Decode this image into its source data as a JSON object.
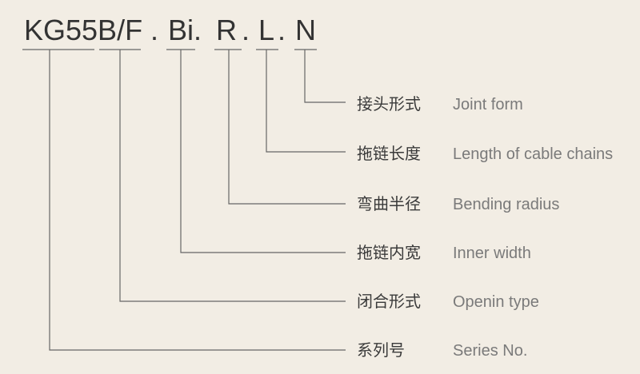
{
  "code": {
    "segments": [
      {
        "text": "KG55B/F",
        "name": "series"
      },
      {
        "text": ".",
        "name": "sep"
      },
      {
        "text": "Bi.",
        "name": "inner-width"
      },
      {
        "text": "R",
        "name": "radius"
      },
      {
        "text": ".",
        "name": "sep"
      },
      {
        "text": "L",
        "name": "length"
      },
      {
        "text": ".",
        "name": "sep"
      },
      {
        "text": "N",
        "name": "joint"
      }
    ]
  },
  "labels": [
    {
      "cn": "接头形式",
      "en": "Joint form"
    },
    {
      "cn": "拖链长度",
      "en": "Length of cable chains"
    },
    {
      "cn": "弯曲半径",
      "en": "Bending radius"
    },
    {
      "cn": "拖链内宽",
      "en": "Inner width"
    },
    {
      "cn": "闭合形式",
      "en": "Openin type"
    },
    {
      "cn": "系列号",
      "en": "Series No."
    }
  ],
  "colors": {
    "background": "#f2ede4",
    "text": "#333333",
    "secondary_text": "#7a7a7a",
    "line": "#666666"
  }
}
